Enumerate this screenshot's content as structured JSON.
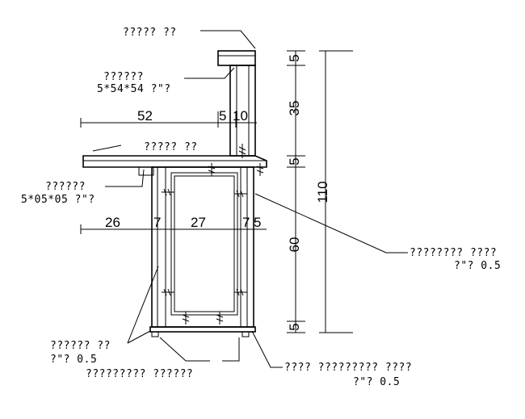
{
  "labels": {
    "top_cap": "????? ?? ",
    "upper_post": "??????",
    "upper_post_size": "5*54*54 ?\"?",
    "countertop": "????? ?? ",
    "lower_post": "??????",
    "lower_post_size": "5*05*05 ?\"?",
    "side_panel": "???????? ????",
    "side_panel_thk": "?\"? 0.5",
    "base_left": "?????? ??",
    "base_left_thk": "?\"? 0.5",
    "base_left_bottom": "????????? ??????",
    "bottom_right": "???? ????????? ????",
    "bottom_right_thk": "?\"? 0.5"
  },
  "dimensions": {
    "top_width": "52",
    "post_a": "5",
    "post_b": "10",
    "seg_left": "26",
    "seg_post": "7",
    "seg_mid": "27",
    "seg_r1": "7",
    "seg_r2": "5",
    "v_top": "5",
    "v_upper": "35",
    "v_mid": "5",
    "v_lower": "60",
    "v_bottom": "5",
    "v_total": "110"
  }
}
